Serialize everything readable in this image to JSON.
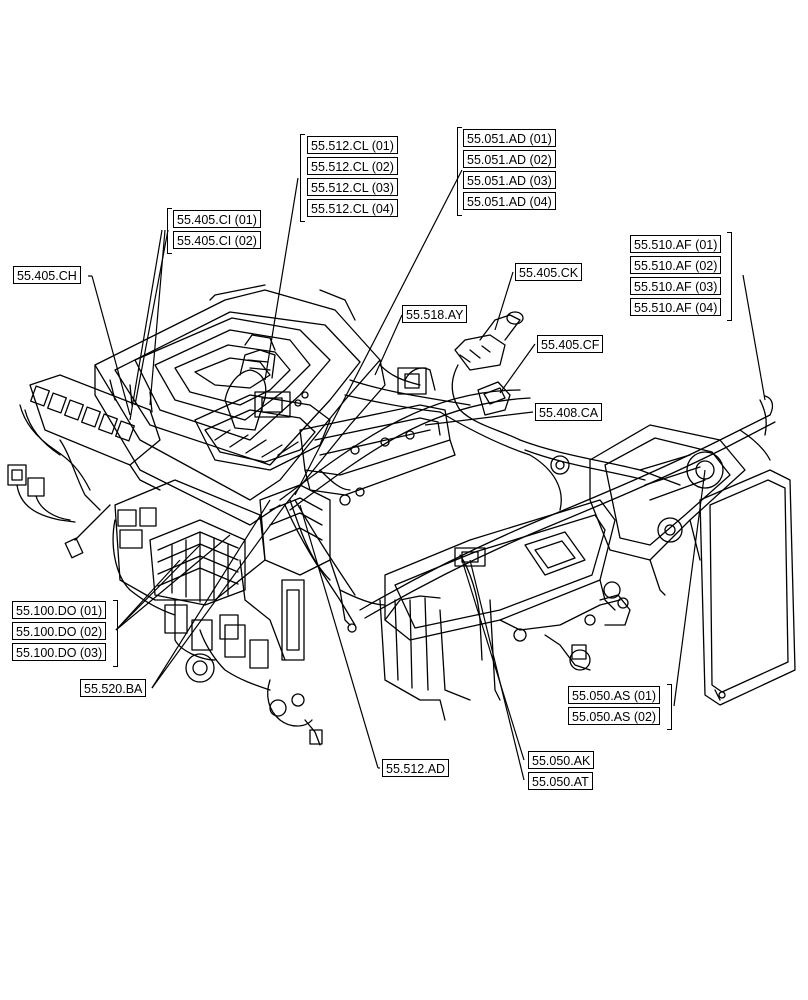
{
  "callouts": {
    "cl_01": "55.512.CL (01)",
    "cl_02": "55.512.CL (02)",
    "cl_03": "55.512.CL (03)",
    "cl_04": "55.512.CL (04)",
    "ad051_01": "55.051.AD (01)",
    "ad051_02": "55.051.AD (02)",
    "ad051_03": "55.051.AD (03)",
    "ad051_04": "55.051.AD (04)",
    "ci_01": "55.405.CI (01)",
    "ci_02": "55.405.CI (02)",
    "ch": "55.405.CH",
    "af_01": "55.510.AF (01)",
    "af_02": "55.510.AF (02)",
    "af_03": "55.510.AF (03)",
    "af_04": "55.510.AF (04)",
    "ck": "55.405.CK",
    "ay": "55.518.AY",
    "cf": "55.405.CF",
    "ca": "55.408.CA",
    "do_01": "55.100.DO (01)",
    "do_02": "55.100.DO (02)",
    "do_03": "55.100.DO (03)",
    "ba": "55.520.BA",
    "as_01": "55.050.AS (01)",
    "as_02": "55.050.AS (02)",
    "ak": "55.050.AK",
    "at": "55.050.AT",
    "ad512": "55.512.AD"
  },
  "colors": {
    "line": "#000000",
    "background": "#ffffff"
  }
}
